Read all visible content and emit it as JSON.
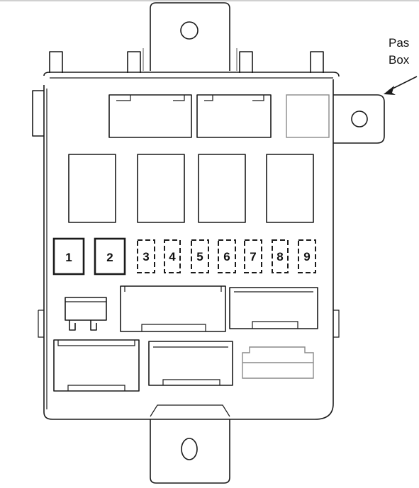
{
  "callout": {
    "line1": "Pas",
    "line2": "Box"
  },
  "fuses": [
    {
      "number": "1",
      "style": "solid"
    },
    {
      "number": "2",
      "style": "solid"
    },
    {
      "number": "3",
      "style": "dashed"
    },
    {
      "number": "4",
      "style": "dashed"
    },
    {
      "number": "5",
      "style": "dashed"
    },
    {
      "number": "6",
      "style": "dashed"
    },
    {
      "number": "7",
      "style": "dashed"
    },
    {
      "number": "8",
      "style": "dashed"
    },
    {
      "number": "9",
      "style": "dashed"
    }
  ]
}
